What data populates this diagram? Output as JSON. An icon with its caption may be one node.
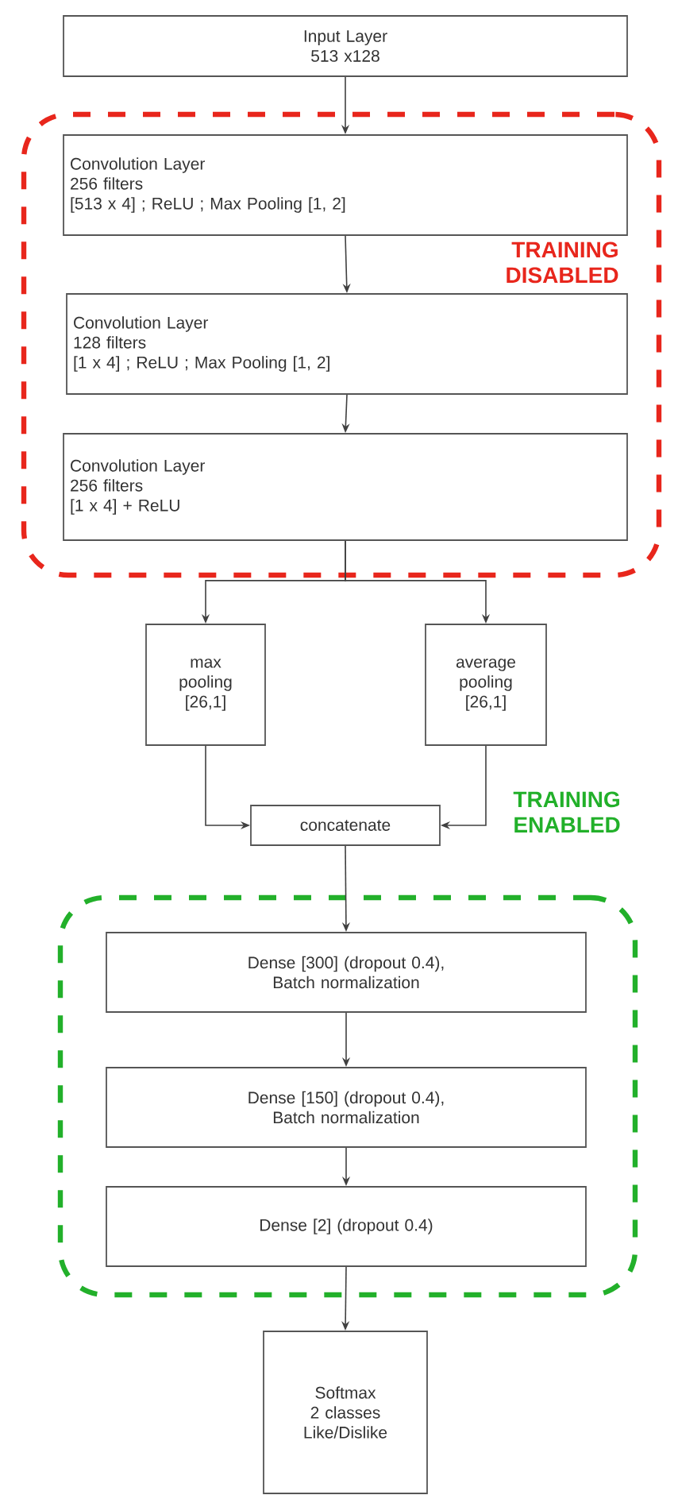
{
  "diagram": {
    "nodes": [
      {
        "text": [
          "Input Layer",
          "513 x128"
        ]
      },
      {
        "text": [
          "TRAINING DISABLED"
        ]
      },
      {
        "text": [
          "Convolution Layer",
          "256 filters",
          "[513 x 4]  ; ReLU ; Max Pooling [1, 2]"
        ],
        "in": 1
      },
      {
        "text": [
          "Convolution Layer",
          "128 filters",
          "[1 x 4] ; ReLU ; Max Pooling [1, 2]"
        ],
        "in": 1
      },
      {
        "text": [
          "Convolution Layer",
          "256 filters",
          "[1 x 4] +  ReLU"
        ],
        "in": 1
      },
      {
        "text": [
          "max",
          "pooling",
          "[26,1]"
        ]
      },
      {
        "text": [
          "average",
          "pooling",
          "[26,1]"
        ]
      },
      {
        "text": [
          "concatenate"
        ]
      },
      {
        "text": [
          "TRAINING ENABLED"
        ]
      },
      {
        "text": [
          "Dense [300]  (dropout 0.4),",
          "Batch normalization"
        ],
        "in": 8
      },
      {
        "text": [
          "Dense [150] (dropout 0.4),",
          "Batch normalization"
        ],
        "in": 8
      },
      {
        "text": [
          "Dense [2] (dropout 0.4)"
        ],
        "in": 8
      },
      {
        "text": [
          "Softmax",
          "2 classes",
          "Like/Dislike"
        ]
      }
    ],
    "edges": [
      {
        "from": 0,
        "to": 2,
        "arrow": "to"
      },
      {
        "from": 2,
        "to": 3,
        "arrow": "to"
      },
      {
        "from": 3,
        "to": 4,
        "arrow": "to"
      },
      {
        "from": 4,
        "to": 5,
        "arrow": "to"
      },
      {
        "from": 4,
        "to": 6,
        "arrow": "to"
      },
      {
        "from": 5,
        "to": 7,
        "arrow": "to"
      },
      {
        "from": 6,
        "to": 7,
        "arrow": "to"
      },
      {
        "from": 7,
        "to": 9,
        "arrow": "to"
      },
      {
        "from": 9,
        "to": 10,
        "arrow": "to"
      },
      {
        "from": 10,
        "to": 11,
        "arrow": "to"
      },
      {
        "from": 11,
        "to": 12,
        "arrow": "to"
      }
    ]
  }
}
